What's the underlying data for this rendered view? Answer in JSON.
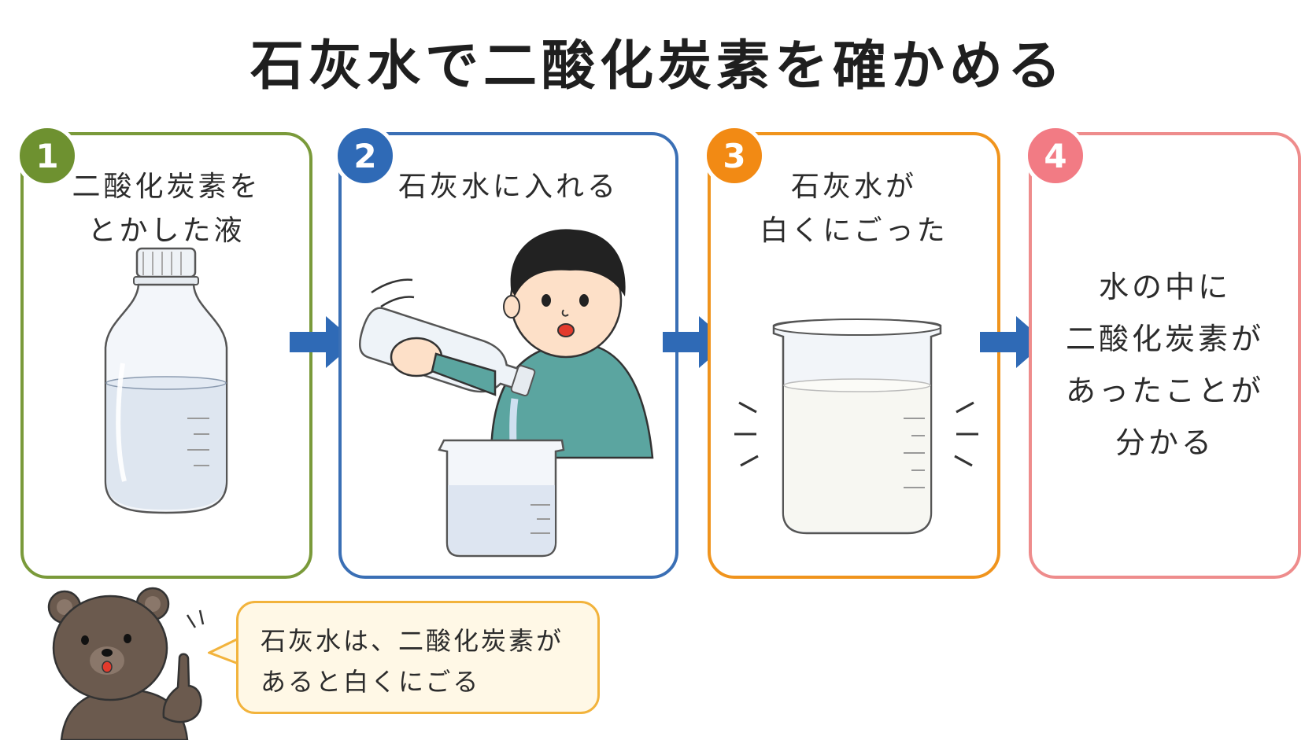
{
  "title": "石灰水で二酸化炭素を確かめる",
  "steps": [
    {
      "number": "1",
      "lines": [
        "二酸化炭素を",
        "とかした液"
      ]
    },
    {
      "number": "2",
      "lines": [
        "石灰水に入れる"
      ]
    },
    {
      "number": "3",
      "lines": [
        "石灰水が",
        "白くにごった"
      ]
    },
    {
      "number": "4",
      "lines": [
        "水の中に",
        "二酸化炭素が",
        "あったことが",
        "分かる"
      ]
    }
  ],
  "note": {
    "lines": [
      "石灰水は、二酸化炭素が",
      "あると白くにごる"
    ]
  },
  "colors": {
    "step1": "#6e9130",
    "step2": "#2f6ab6",
    "step3": "#f28a14",
    "step4": "#f27b84",
    "arrow": "#2f6ab6",
    "note_border": "#f2b33c"
  },
  "icons": [
    "plastic-bottle-icon",
    "boy-pouring-icon",
    "cloudy-beaker-icon",
    "bear-icon",
    "right-arrow-icon"
  ]
}
